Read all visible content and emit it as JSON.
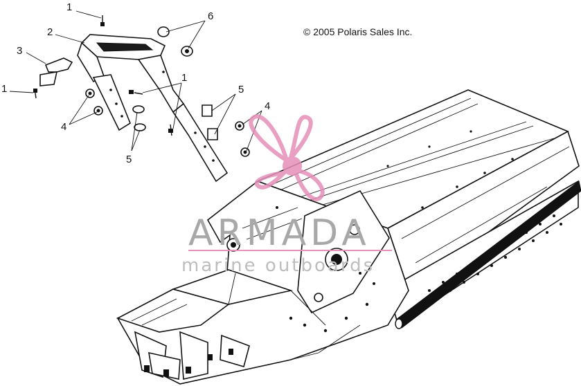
{
  "copyright": "© 2005 Polaris Sales Inc.",
  "watermark": {
    "brand": "ARMADA",
    "tagline": "marine outboards",
    "logo_color": "#e48fb8"
  },
  "callouts": [
    {
      "id": "c1a",
      "label": "1"
    },
    {
      "id": "c2",
      "label": "2"
    },
    {
      "id": "c3",
      "label": "3"
    },
    {
      "id": "c1b",
      "label": "1"
    },
    {
      "id": "c6",
      "label": "6"
    },
    {
      "id": "c1c",
      "label": "1"
    },
    {
      "id": "c5a",
      "label": "5"
    },
    {
      "id": "c4a",
      "label": "4"
    },
    {
      "id": "c4b",
      "label": "4"
    },
    {
      "id": "c5b",
      "label": "5"
    }
  ]
}
